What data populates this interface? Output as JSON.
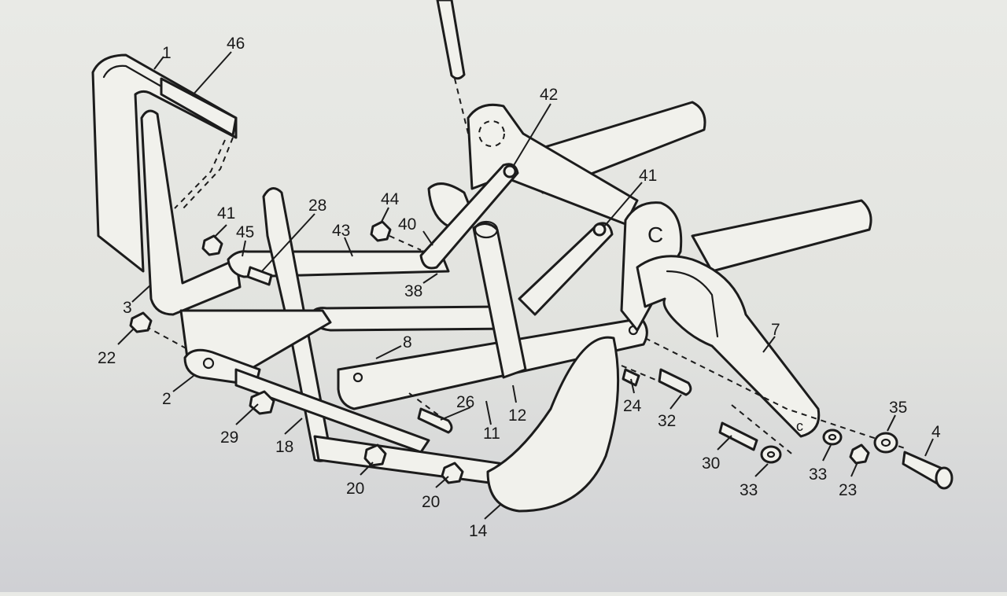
{
  "diagram": {
    "callouts": [
      {
        "id": "c1",
        "text": "1"
      },
      {
        "id": "c46",
        "text": "46"
      },
      {
        "id": "c42",
        "text": "42"
      },
      {
        "id": "c41a",
        "text": "41"
      },
      {
        "id": "c41b",
        "text": "41"
      },
      {
        "id": "c45",
        "text": "45"
      },
      {
        "id": "c28",
        "text": "28"
      },
      {
        "id": "c44",
        "text": "44"
      },
      {
        "id": "c43",
        "text": "43"
      },
      {
        "id": "c40",
        "text": "40"
      },
      {
        "id": "c38",
        "text": "38"
      },
      {
        "id": "c3",
        "text": "3"
      },
      {
        "id": "c22",
        "text": "22"
      },
      {
        "id": "c8",
        "text": "8"
      },
      {
        "id": "c7",
        "text": "7"
      },
      {
        "id": "c2",
        "text": "2"
      },
      {
        "id": "c26",
        "text": "26"
      },
      {
        "id": "c24",
        "text": "24"
      },
      {
        "id": "c32",
        "text": "32"
      },
      {
        "id": "c12",
        "text": "12"
      },
      {
        "id": "c11",
        "text": "11"
      },
      {
        "id": "c29",
        "text": "29"
      },
      {
        "id": "c18",
        "text": "18"
      },
      {
        "id": "c35",
        "text": "35"
      },
      {
        "id": "c4",
        "text": "4"
      },
      {
        "id": "c30",
        "text": "30"
      },
      {
        "id": "c33a",
        "text": "33"
      },
      {
        "id": "c33b",
        "text": "33"
      },
      {
        "id": "c23",
        "text": "23"
      },
      {
        "id": "c20a",
        "text": "20"
      },
      {
        "id": "c20b",
        "text": "20"
      },
      {
        "id": "c14",
        "text": "14"
      }
    ]
  }
}
